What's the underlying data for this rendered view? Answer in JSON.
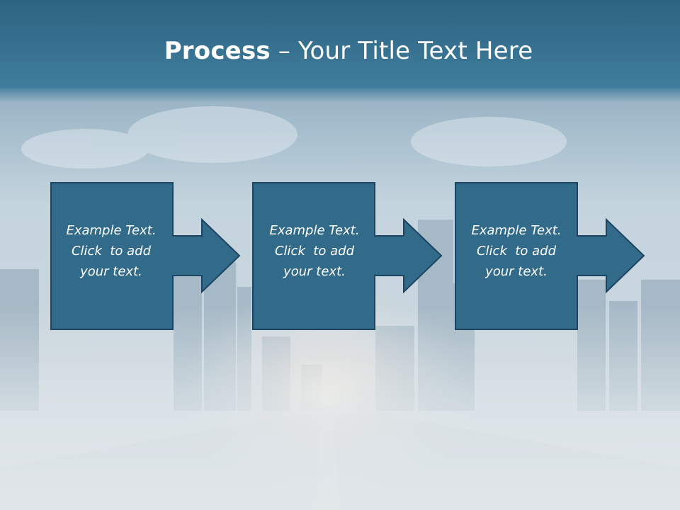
{
  "slide": {
    "title_bold": "Process",
    "title_rest": " – Your Title Text Here"
  },
  "steps": [
    {
      "line1": "Example Text.",
      "line2": "Click  to add",
      "line3": "your text."
    },
    {
      "line1": "Example Text.",
      "line2": "Click  to add",
      "line3": "your text."
    },
    {
      "line1": "Example Text.",
      "line2": "Click  to add",
      "line3": "your text."
    }
  ],
  "colors": {
    "header": "#2c6282",
    "box": "#326a8a",
    "box_border": "#1d4561",
    "background": "#dfe6ea"
  }
}
